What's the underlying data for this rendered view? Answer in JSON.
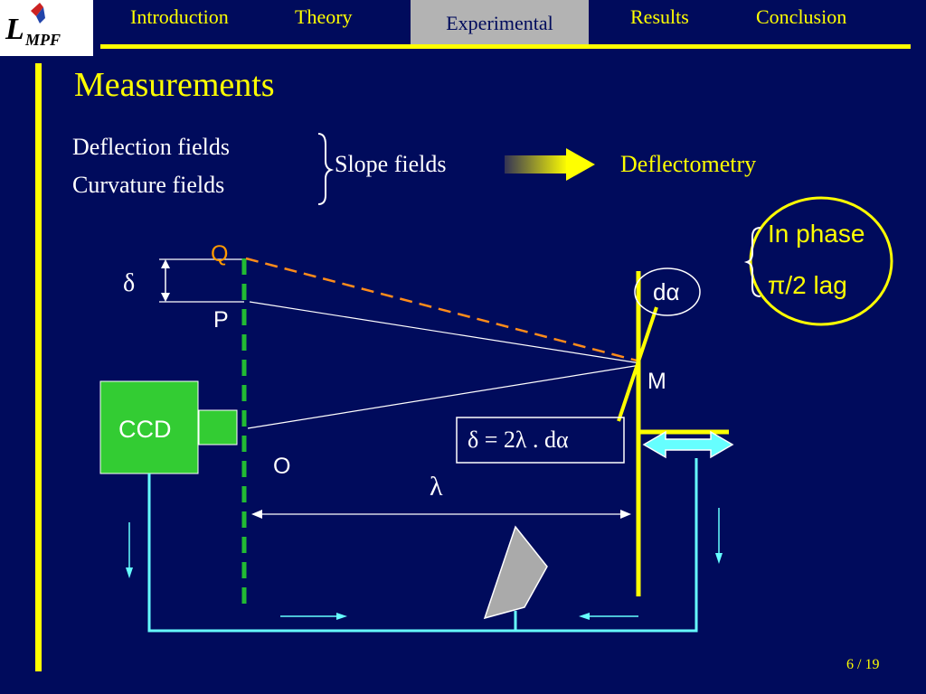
{
  "logo": {
    "main": "L",
    "sub": "MPF"
  },
  "nav": {
    "tabs": [
      {
        "label": "Introduction",
        "active": false
      },
      {
        "label": "Theory",
        "active": false
      },
      {
        "label": "Experimental",
        "active": true
      },
      {
        "label": "Results",
        "active": false
      },
      {
        "label": "Conclusion",
        "active": false
      }
    ]
  },
  "slide": {
    "title": "Measurements",
    "fields": [
      "Deflection fields",
      "Curvature fields"
    ],
    "slope_label": "Slope fields",
    "method_label": "Deflectometry",
    "callout": {
      "line1": "In phase",
      "line2": "π/2 lag"
    },
    "diagram": {
      "point_q": "Q",
      "point_p": "P",
      "point_o": "O",
      "point_m": "M",
      "delta": "δ",
      "lambda": "λ",
      "d_alpha": "dα",
      "camera": "CCD",
      "formula": "δ = 2λ . dα"
    },
    "page": "6 / 19"
  },
  "colors": {
    "background": "#000b5c",
    "accent": "#ffff00",
    "ccd_green": "#33cc33",
    "dashed_green": "#22bb33",
    "ray_orange": "#ff8c1a",
    "cyan": "#66ffff",
    "q_label": "#ff9900"
  }
}
